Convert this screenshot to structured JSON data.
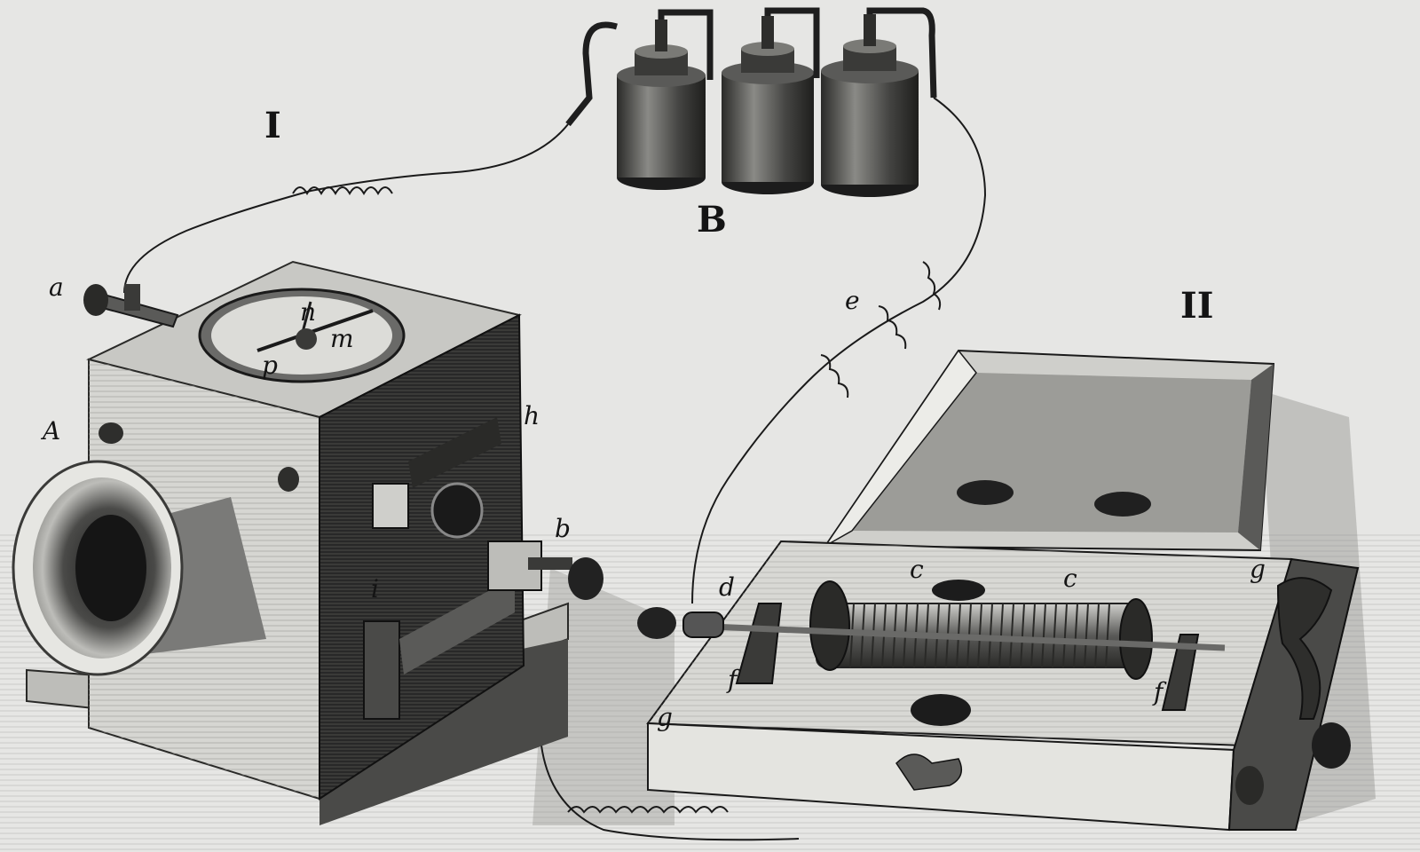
{
  "figure": {
    "group_labels": {
      "transmitter": "I",
      "receiver": "II",
      "battery": "B"
    },
    "part_labels": {
      "a": "a",
      "A": "A",
      "h": "h",
      "b": "b",
      "i": "i",
      "n": "n",
      "p": "p",
      "m": "m",
      "e": "e",
      "d": "d",
      "c1": "c",
      "c2": "c",
      "f1": "f",
      "f2": "f",
      "g1": "g",
      "g2": "g"
    }
  }
}
